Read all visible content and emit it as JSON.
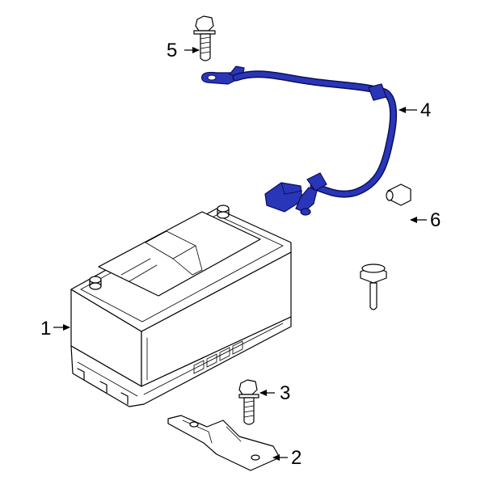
{
  "callouts": {
    "c1": "1",
    "c2": "2",
    "c3": "3",
    "c4": "4",
    "c5": "5",
    "c6": "6"
  },
  "colors": {
    "line": "#000000",
    "highlight": "#2a36b8",
    "highlight_outline": "#0b0f5a",
    "background": "#ffffff"
  }
}
